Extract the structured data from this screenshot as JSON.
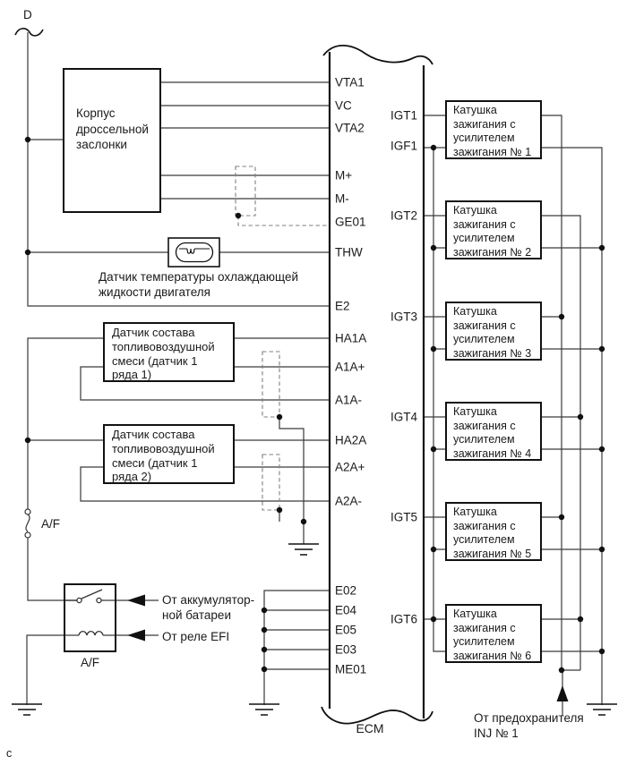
{
  "page": {
    "top_connector_label": "D",
    "bottom_page_label": "c",
    "colors": {
      "background": "#ffffff",
      "ink": "#1a1a1a",
      "wire": "#3a3a3a",
      "shield_dash": "#808080"
    }
  },
  "ecm": {
    "label": "ECM",
    "left_pins": [
      "VTA1",
      "VC",
      "VTA2",
      "M+",
      "M-",
      "GE01",
      "THW",
      "E2",
      "HA1A",
      "A1A+",
      "A1A-",
      "HA2A",
      "A2A+",
      "A2A-",
      "E02",
      "E04",
      "E05",
      "E03",
      "ME01"
    ],
    "right_pins": [
      "IGT1",
      "IGF1",
      "IGT2",
      "IGT3",
      "IGT4",
      "IGT5",
      "IGT6"
    ]
  },
  "throttle_body": {
    "lines": [
      "Корпус",
      "дроссельной",
      "заслонки"
    ]
  },
  "coolant_sensor": {
    "label_lines": [
      "Датчик температуры охлаждающей",
      "жидкости двигателя"
    ]
  },
  "afr_sensor_1": {
    "lines": [
      "Датчик состава",
      "топливовоздушной",
      "смеси (датчик 1",
      "ряда 1)"
    ]
  },
  "afr_sensor_2": {
    "lines": [
      "Датчик состава",
      "топливовоздушной",
      "смеси (датчик 1",
      "ряда 2)"
    ]
  },
  "af_fuse": {
    "label": "A/F"
  },
  "af_relay": {
    "label": "A/F"
  },
  "ignition_coils": [
    {
      "lines": [
        "Катушка",
        "зажигания с",
        "усилителем",
        "зажигания № 1"
      ]
    },
    {
      "lines": [
        "Катушка",
        "зажигания с",
        "усилителем",
        "зажигания № 2"
      ]
    },
    {
      "lines": [
        "Катушка",
        "зажигания с",
        "усилителем",
        "зажигания № 3"
      ]
    },
    {
      "lines": [
        "Катушка",
        "зажигания с",
        "усилителем",
        "зажигания № 4"
      ]
    },
    {
      "lines": [
        "Катушка",
        "зажигания с",
        "усилителем",
        "зажигания № 5"
      ]
    },
    {
      "lines": [
        "Катушка",
        "зажигания с",
        "усилителем",
        "зажигания № 6"
      ]
    }
  ],
  "annotations": {
    "from_battery": [
      "От аккумулятор-",
      "ной батареи"
    ],
    "from_efi_relay": "От реле EFI",
    "from_inj_fuse": [
      "От предохранителя",
      "INJ № 1"
    ]
  }
}
